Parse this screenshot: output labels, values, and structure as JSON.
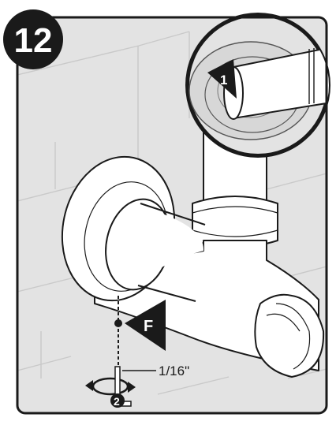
{
  "step": {
    "number": "12"
  },
  "callouts": {
    "callout_1": "1",
    "callout_2": "2",
    "callout_f": "F",
    "gap_dimension": "1/16\""
  },
  "icons": [
    "step-badge",
    "detail-magnifier",
    "rotation-arrow-icon",
    "allen-wrench-icon",
    "arrow-pointer-icon"
  ],
  "colors": {
    "panel_background": "#e3e3e3",
    "part_fill": "#ffffff",
    "outline": "#1a1a1a",
    "tile_lines": "#cdcdcd",
    "badge": "#1a1a1a",
    "callout_arrow": "#1a1a1a"
  }
}
